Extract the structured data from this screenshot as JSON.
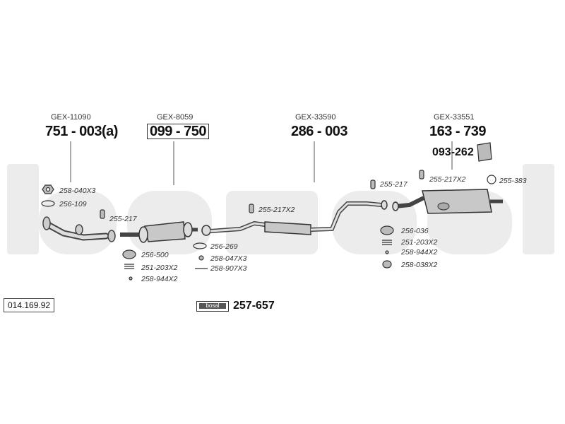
{
  "ref_number": "014.169.92",
  "watermark": "bosal",
  "brand_box_label": "bosal",
  "brand_part": "257-657",
  "groups": [
    {
      "gex": "GEX-11090",
      "part": "751 - 003(a)"
    },
    {
      "gex": "GEX-8059",
      "part": "099 - 750"
    },
    {
      "gex": "GEX-33590",
      "part": "286 - 003"
    },
    {
      "gex": "GEX-33551",
      "part": "163 - 739",
      "sub_part": "093-262"
    }
  ],
  "labels": {
    "l1": "258-040X3",
    "l2": "256-109",
    "l3": "255-217",
    "l4": "256-500",
    "l5": "251-203X2",
    "l6": "258-944X2",
    "l7": "256-269",
    "l8": "258-047X3",
    "l9": "258-907X3",
    "l10": "255-217X2",
    "l11": "255-217",
    "l12": "255-217X2",
    "l13": "255-383",
    "l14": "256-036",
    "l15": "251-203X2",
    "l16": "258-944X2",
    "l17": "258-038X2"
  }
}
